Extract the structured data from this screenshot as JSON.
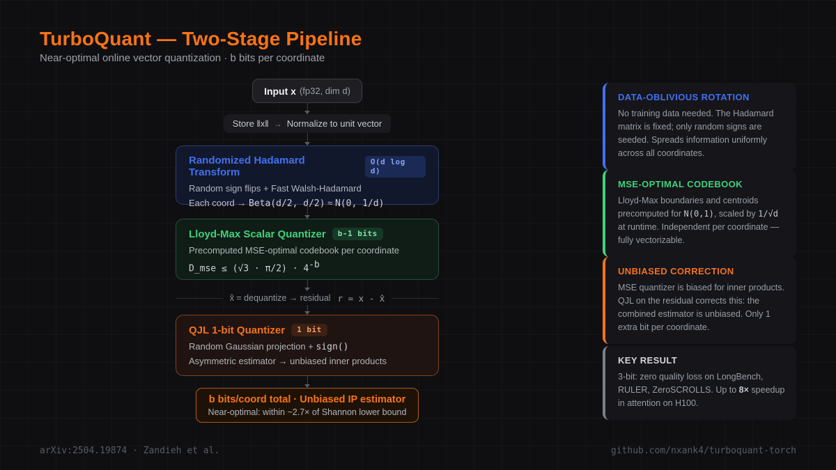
{
  "header": {
    "title": "TurboQuant — Two-Stage Pipeline",
    "subtitle": "Near-optimal online vector quantization · b bits per coordinate"
  },
  "flow": {
    "input": {
      "label": "Input x",
      "meta": "(fp32, dim d)"
    },
    "normalize": {
      "text": "Store ‖x‖",
      "arrow": "→",
      "rest": "Normalize to unit vector"
    },
    "hadamard": {
      "title": "Randomized Hadamard Transform",
      "badge": "O(d log d)",
      "desc": "Random sign flips + Fast Walsh-Hadamard",
      "math_pre": "Each coord →",
      "math_code1": "Beta(d/2, d/2)",
      "math_approx": "≈",
      "math_code2": "N(0, 1/d)"
    },
    "lloydmax": {
      "title": "Lloyd-Max Scalar Quantizer",
      "badge": "b-1 bits",
      "desc": "Precomputed MSE-optimal codebook per coordinate",
      "math_base": "D_mse ≤ (√3 · π/2) · 4",
      "math_sup": "-b"
    },
    "residual": {
      "text": "x̂ = dequantize → residual",
      "code": "r = x - x̂"
    },
    "qjl": {
      "title": "QJL 1-bit Quantizer",
      "badge": "1 bit",
      "desc_pre": "Random Gaussian projection +",
      "desc_code": "sign()",
      "desc2": "Asymmetric estimator → unbiased inner products"
    },
    "result": {
      "title": "b bits/coord total · Unbiased IP estimator",
      "subtitle": "Near-optimal: within ~2.7× of Shannon lower bound"
    }
  },
  "callouts": [
    {
      "title": "DATA-OBLIVIOUS ROTATION",
      "accent": "#4270f0",
      "body": "No training data needed. The Hadamard matrix is fixed; only random signs are seeded. Spreads information uniformly across all coordinates."
    },
    {
      "title": "MSE-OPTIMAL CODEBOOK",
      "accent": "#41d17c",
      "body_1": "Lloyd-Max boundaries and centroids precomputed for ",
      "code_1": "N(0,1)",
      "body_2": ", scaled by ",
      "code_2": "1/√d",
      "body_3": " at runtime. Independent per coordinate — fully vectorizable."
    },
    {
      "title": "UNBIASED CORRECTION",
      "accent": "#f4731c",
      "body": "MSE quantizer is biased for inner products. QJL on the residual corrects this: the combined estimator is unbiased. Only 1 extra bit per coordinate."
    },
    {
      "title": "KEY RESULT",
      "accent": "#7b7f88",
      "body_1": "3-bit: zero quality loss on LongBench, RULER, ZeroSCROLLS. Up to ",
      "strong": "8×",
      "body_2": " speedup in attention on H100."
    }
  ],
  "footer": {
    "left": "arXiv:2504.19874 · Zandieh et al.",
    "right": "github.com/nxank4/turboquant-torch"
  },
  "colors": {
    "background": "#0f0f12",
    "accent_orange": "#f97316",
    "accent_blue": "#4270f0",
    "accent_green": "#41d17c",
    "accent_gray": "#7b7f88"
  }
}
